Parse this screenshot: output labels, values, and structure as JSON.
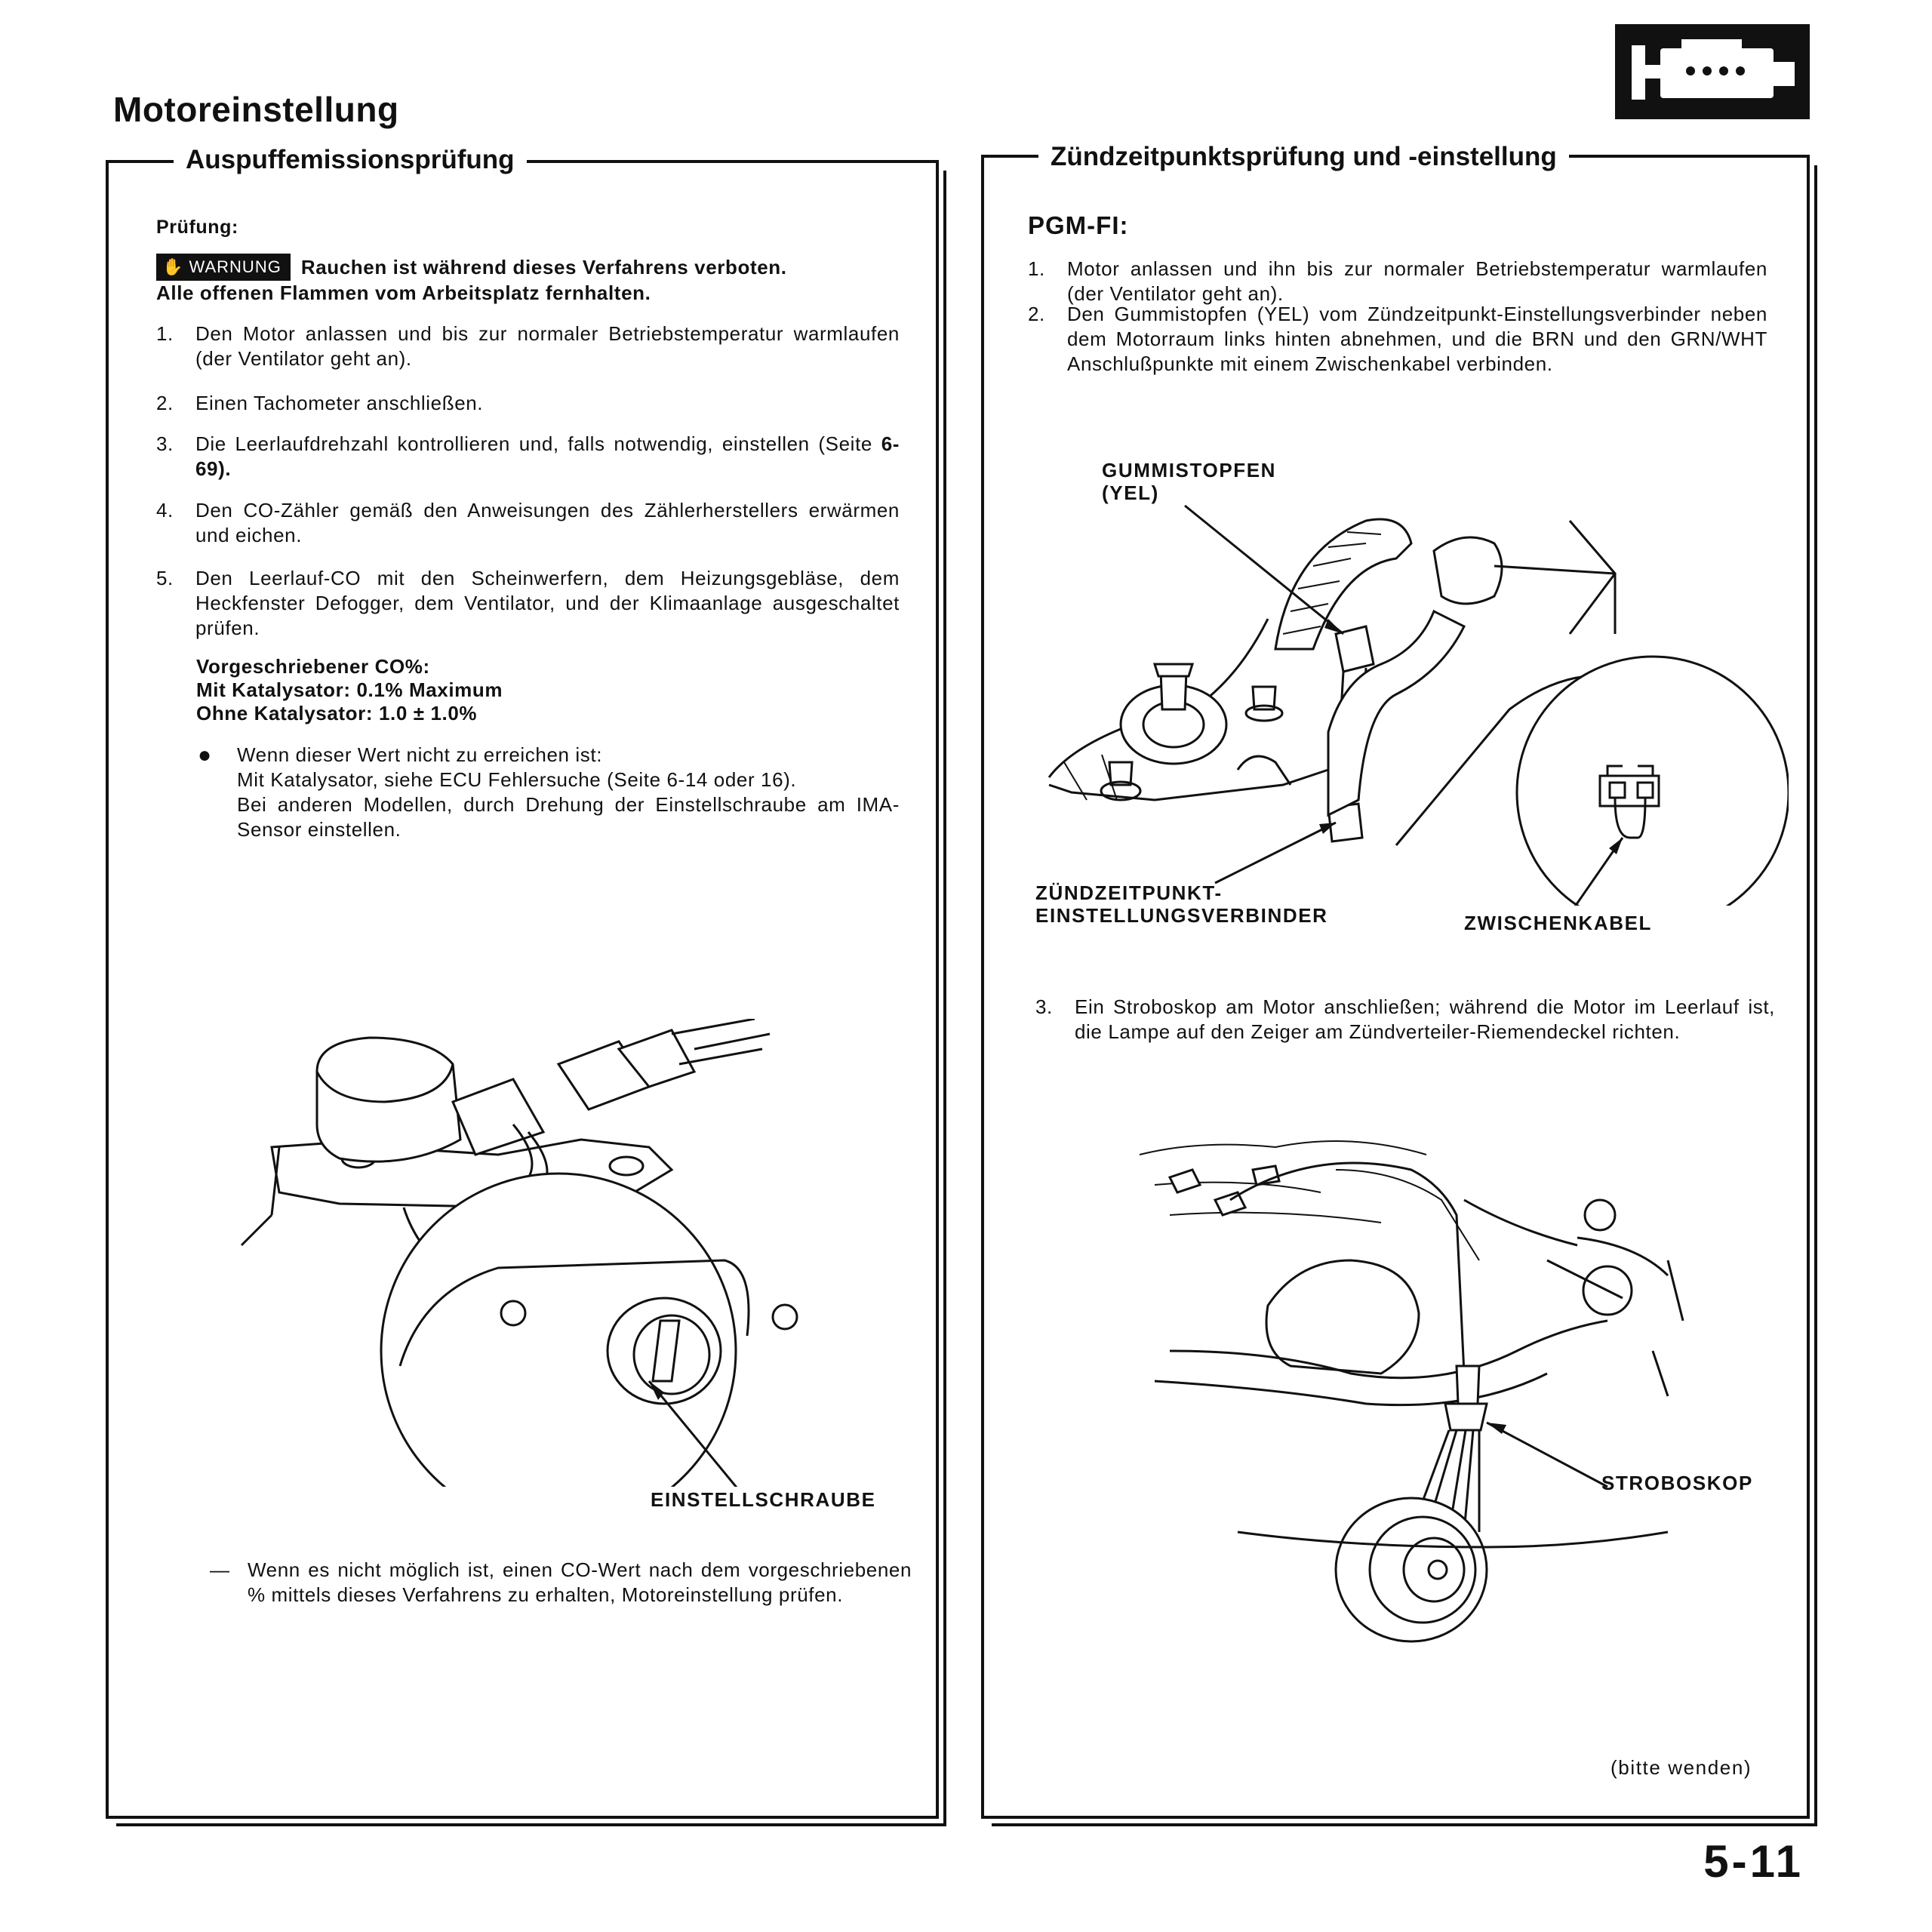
{
  "page": {
    "title": "Motoreinstellung",
    "engine_icon": "engine-icon",
    "page_number": "5-11"
  },
  "left": {
    "section_title": "Auspuffemissionsprüfung",
    "subheading": "Prüfung:",
    "warning": {
      "badge": "WARNUNG",
      "icon": "hand-icon",
      "line1": "Rauchen ist während dieses Verfahrens verboten.",
      "line2": "Alle offenen Flammen vom Arbeitsplatz fernhalten."
    },
    "steps": [
      {
        "num": "1.",
        "text": "Den Motor anlassen und bis zur normaler Betriebstemperatur warmlaufen (der Ventilator geht an)."
      },
      {
        "num": "2.",
        "text": "Einen Tachometer anschließen."
      },
      {
        "num": "3.",
        "text": "Die Leerlaufdrehzahl kontrollieren und, falls notwendig, einstellen (Seite",
        "ref": "6-69)."
      },
      {
        "num": "4.",
        "text": "Den CO-Zähler gemäß den Anweisungen des Zählerherstellers erwärmen und eichen."
      },
      {
        "num": "5.",
        "text": "Den Leerlauf-CO mit den Scheinwerfern, dem Heizungsgebläse, dem Heckfenster Defogger, dem Ventilator, und der Klimaanlage ausgeschaltet prüfen."
      }
    ],
    "spec": {
      "heading": "Vorgeschriebener CO%:",
      "line1_label": "Mit Katalysator:",
      "line1_value": "0.1% Maximum",
      "line2_label": "Ohne Katalysator:",
      "line2_value": "1.0 ± 1.0%"
    },
    "bullet": {
      "line1": "Wenn dieser Wert nicht zu erreichen ist:",
      "line2": "Mit Katalysator, siehe ECU Fehlersuche (Seite 6-14 oder 16).",
      "line3": "Bei anderen Modellen, durch Drehung der Einstellschraube am",
      "line3_bold": "IMA-Sensor einstellen."
    },
    "figure_label": "EINSTELLSCHRAUBE",
    "note_dash": "—",
    "note": "Wenn es nicht möglich ist, einen CO-Wert nach dem vorgeschriebenen % mittels dieses Verfahrens zu erhalten, Motoreinstellung prüfen."
  },
  "right": {
    "section_title": "Zündzeitpunktsprüfung und -einstellung",
    "subheading": "PGM-FI:",
    "steps": [
      {
        "num": "1.",
        "text": "Motor anlassen und ihn bis zur normaler Betriebstemperatur warmlaufen (der Ventilator geht an)."
      },
      {
        "num": "2.",
        "text": "Den Gummistopfen (YEL) vom Zündzeitpunkt-Einstellungsverbinder neben dem Motorraum links hinten abnehmen, und die BRN und den GRN/WHT Anschlußpunkte mit einem Zwischenkabel verbinden."
      },
      {
        "num": "3.",
        "text": "Ein Stroboskop am Motor anschließen; während die Motor im Leerlauf ist, die Lampe auf den Zeiger am Zündverteiler-Riemendeckel richten."
      }
    ],
    "labels": {
      "gummistopfen_1": "GUMMISTOPFEN",
      "gummistopfen_2": "(YEL)",
      "connector_1": "ZÜNDZEITPUNKT-",
      "connector_2": "EINSTELLUNGSVERBINDER",
      "jumper": "ZWISCHENKABEL",
      "strobe": "STROBOSKOP"
    },
    "footer": "(bitte wenden)"
  }
}
